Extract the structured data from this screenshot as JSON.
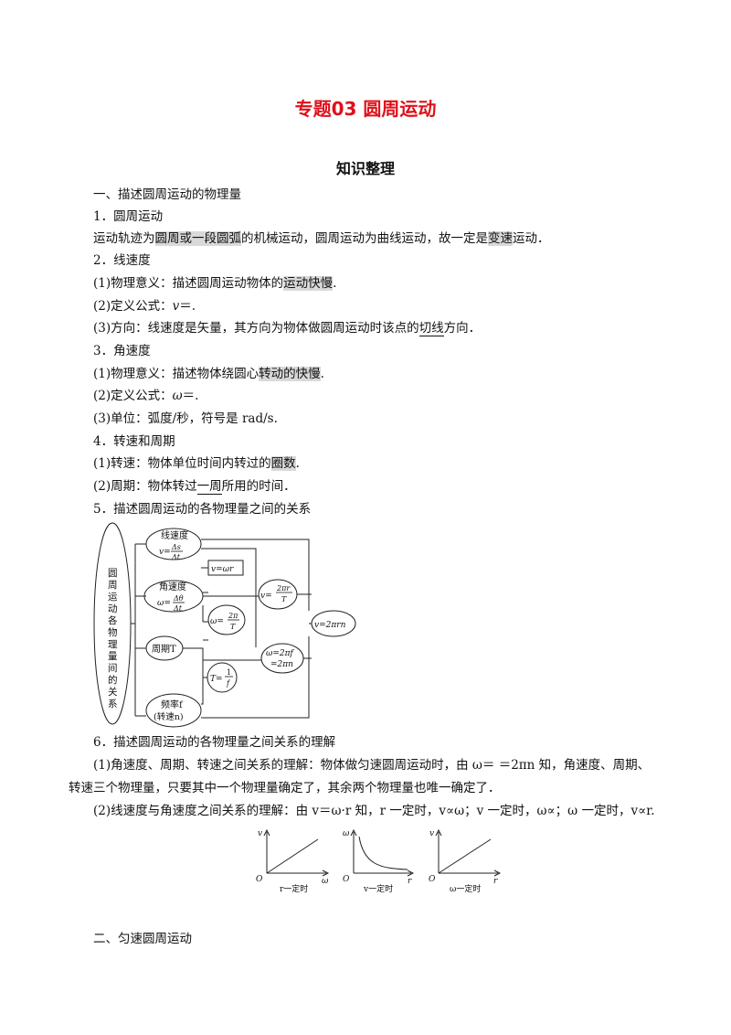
{
  "title": "专题03  圆周运动",
  "section": "知识整理",
  "h1": "一、描述圆周运动的物理量",
  "s1": {
    "head": "1．圆周运动",
    "a": "运动轨迹为",
    "hl1": "圆周或一段圆弧",
    "b": "的机械运动，圆周运动为曲线运动，故一定是",
    "hl2": "变速",
    "c": "运动．"
  },
  "s2": {
    "head": "2．线速度",
    "l1a": "(1)物理意义：描述圆周运动物体的",
    "l1hl": "运动快慢",
    "l1b": ".",
    "l2a": "(2)定义公式：",
    "l2v": "v",
    "l2b": "＝.",
    "l3a": "(3)方向：线速度是矢量，其方向为物体做圆周运动时该点的",
    "l3ul": "切线",
    "l3b": "方向．"
  },
  "s3": {
    "head": "3．角速度",
    "l1a": "(1)物理意义：描述物体绕圆心",
    "l1hl": "转动的快慢",
    "l1b": ".",
    "l2a": "(2)定义公式：",
    "l2v": "ω",
    "l2b": "＝.",
    "l3": "(3)单位：弧度/秒，符号是 rad/s."
  },
  "s4": {
    "head": "4．转速和周期",
    "l1a": "(1)转速：物体单位时间内转过的",
    "l1hl": "圈数",
    "l1b": ".",
    "l2a": "(2)周期：物体转过",
    "l2hl": "一周",
    "l2b": "所用的时间．"
  },
  "s5": {
    "head": "5．描述圆周运动的各物理量之间的关系"
  },
  "diagram": {
    "left": [
      "圆",
      "周",
      "运",
      "动",
      "各",
      "物",
      "理",
      "量",
      "间",
      "的",
      "关",
      "系"
    ],
    "box_v": "线速度",
    "box_w": "角速度",
    "box_T": "周期T",
    "box_f1": "频率f",
    "box_f2": "(转速n)",
    "f_vwr": "v=ωr",
    "f_v2pr": "v=",
    "f_w2pT": "ω=",
    "f_Tf": "T=",
    "f_w2pf": "ω=2πf",
    "f_w2pn": "=2πn",
    "f_v2prn": "v=2πrn"
  },
  "s6": {
    "head": "6．描述圆周运动的各物理量之间关系的理解",
    "p1a": "(1)角速度、周期、转速之间关系的理解：物体做匀速圆周运动时，由 ω＝ ＝2πn 知，角速度、周期、",
    "p1b": "转速三个物理量，只要其中一个物理量确定了，其余两个物理量也唯一确定了．",
    "p2": "(2)线速度与角速度之间关系的理解：由 v＝ω·r 知，r 一定时，v∝ω；v 一定时，ω∝；ω 一定时，v∝r."
  },
  "graphs": [
    {
      "y": "v",
      "x": "ω",
      "o": "O",
      "cap": "r一定时"
    },
    {
      "y": "ω",
      "x": "r",
      "o": "O",
      "cap": "v一定时"
    },
    {
      "y": "v",
      "x": "r",
      "o": "O",
      "cap": "ω一定时"
    }
  ],
  "h2": "二、匀速圆周运动"
}
